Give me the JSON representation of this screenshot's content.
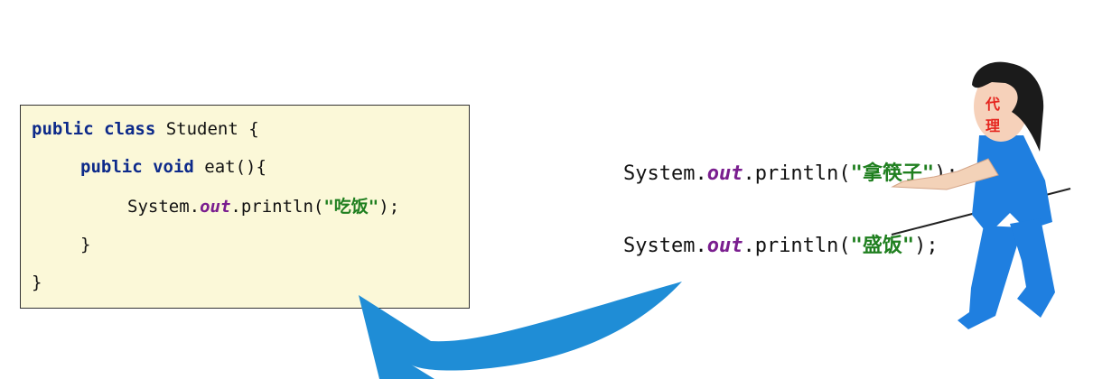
{
  "code_box": {
    "lines": [
      {
        "kw": "public class",
        "text": " Student {"
      },
      {
        "kw": "public void",
        "text": " eat(){"
      },
      {
        "prefix": "System.",
        "field": "out",
        "middle": ".println(",
        "str": "\"吃饭\"",
        "suffix": ");"
      },
      {
        "text": "}"
      },
      {
        "text": "}"
      }
    ]
  },
  "floating_code": [
    {
      "prefix": "System.",
      "field": "out",
      "middle": ".println(",
      "str": "\"拿筷子\"",
      "suffix": ");"
    },
    {
      "prefix": "System.",
      "field": "out",
      "middle": ".println(",
      "str": "\"盛饭\"",
      "suffix": ");"
    }
  ],
  "proxy_label": {
    "line1": "代",
    "line2": "理"
  },
  "colors": {
    "arrow": "#1f8dd6",
    "shirt": "#1f7fe0",
    "hair": "#1b1b1b",
    "label": "#e5261f",
    "keyword": "#0d2a8a",
    "string": "#1f7f1f",
    "field": "#7a1e8f",
    "box_background": "#fbf8d8"
  }
}
